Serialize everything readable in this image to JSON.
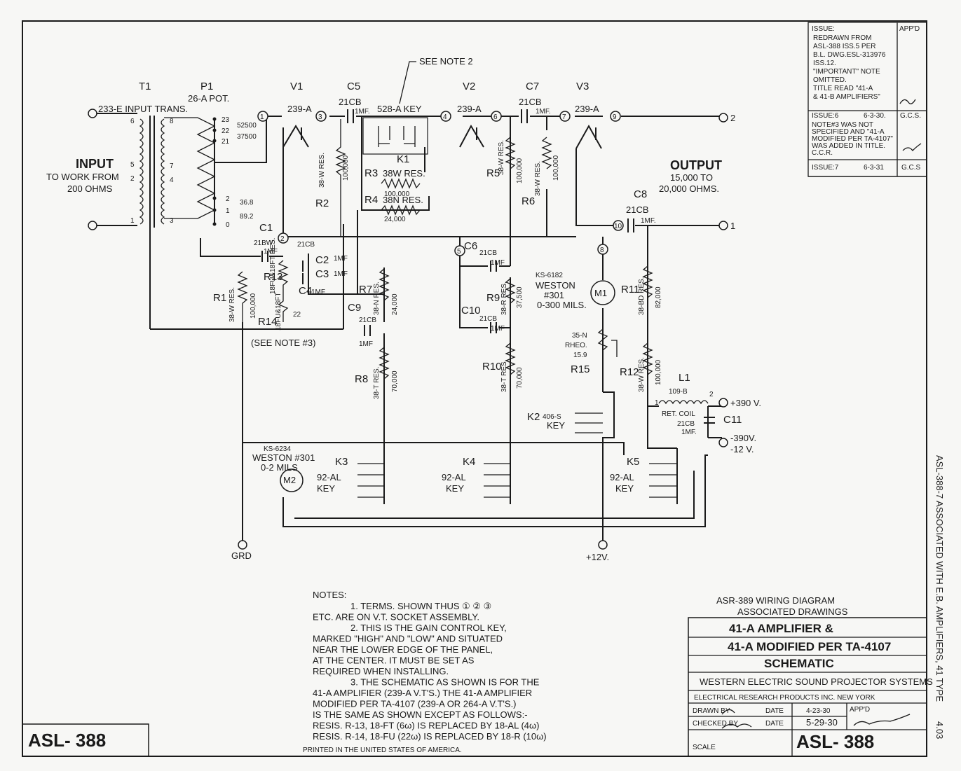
{
  "drawing_number": "ASL- 388",
  "revision_block": {
    "issue_header": "ISSUE:",
    "appd_header": "APP'D",
    "issue_5_lines": [
      "REDRAWN FROM",
      "ASL-388 ISS.5 PER",
      "B.L. DWG.ESL-313976",
      "ISS.12.",
      "\"IMPORTANT\" NOTE",
      "OMITTED.",
      "TITLE READ \"41-A",
      "& 41-B AMPLIFIERS\""
    ],
    "issue_6_label": "ISSUE:6",
    "issue_6_date": "6-3-30.",
    "issue_6_appd": "G.C.S.",
    "issue_6_lines": [
      "NOTE#3 WAS NOT",
      "SPECIFIED AND \"41-A",
      "MODIFIED PER TA-4107\"",
      "WAS ADDED IN TITLE.",
      "C.C.R."
    ],
    "issue_7_label": "ISSUE:7",
    "issue_7_date": "6-3-31",
    "issue_7_appd": "G.C.S"
  },
  "side_caption": "ASL-388-7  ASSOCIATED WITH E.B. AMPLIFIERS, 41 TYPE",
  "side_code": "4.03",
  "components": {
    "T1": "T1",
    "T1_desc": "233-E INPUT TRANS.",
    "P1": "P1",
    "P1_desc": "26-A POT.",
    "P1_taps": [
      "23",
      "22",
      "21",
      "2",
      "1",
      "0"
    ],
    "P1_vals": [
      "52500",
      "37500",
      "36.8",
      "89.2"
    ],
    "V1": "V1",
    "V2": "V2",
    "V3": "V3",
    "tube": "239-A",
    "C5": "C5",
    "C7": "C7",
    "C8": "C8",
    "cap21cb": "21CB",
    "cap1mf": "1MF.",
    "key528": "528-A KEY",
    "see_note2": "SEE NOTE 2",
    "K1": "K1",
    "R3": "R3",
    "R3_desc": "38W RES.",
    "R3_val": "100,000",
    "R4": "R4",
    "R4_desc": "38N RES.",
    "R4_val": "24,000",
    "R2": "R2",
    "R2_desc": "38-W RES.",
    "R2_val": "100,000",
    "R5": "R5",
    "R5_desc": "38-W RES.",
    "R5_val": "100,000",
    "R6": "R6",
    "R6_desc": "38-W RES.",
    "R6_val": "100,000",
    "C1": "C1",
    "C1_desc": "21BW",
    "C1_val": "1MF",
    "C2": "C2",
    "C3": "C3",
    "C4": "C4",
    "c21cb": "21CB",
    "c1mf": "1MF",
    "R1": "R1",
    "R1_desc": "38-W RES.",
    "R1_val": "100,000",
    "R13": "R13",
    "R13_desc": "18FU&18FT RES.",
    "R14": "R14",
    "R14_desc": "18FU&18FT",
    "R14_val": "22",
    "R7": "R7",
    "R7_desc": "38-N RES.",
    "R7_val": "24,000",
    "C9": "C9",
    "see_note3": "(SEE NOTE #3)",
    "R8": "R8",
    "R8_desc": "38-T RES.",
    "R8_val": "70,000",
    "C6": "C6",
    "C10": "C10",
    "R9": "R9",
    "R9_desc": "38-R RES.",
    "R9_val": "37,500",
    "R10": "R10",
    "R10_desc": "38-T RES.",
    "R10_val": "70,000",
    "M1": "M1",
    "M1_desc": [
      "KS-6182",
      "WESTON",
      "#301",
      "0-300 MILS."
    ],
    "R15": "R15",
    "R15_desc": [
      "35-N",
      "RHEO.",
      "15.9"
    ],
    "R11": "R11",
    "R11_desc": "38-BD RES.",
    "R11_val": "82,000",
    "R12": "R12",
    "R12_desc": "38-W RES.",
    "R12_val": "100,000",
    "L1": "L1",
    "L1_desc": "109-B",
    "L1_coil": "RET. COIL",
    "C11": "C11",
    "C11_desc": "21CB",
    "C11_val": "1MF.",
    "K2": "K2",
    "K2_desc": "406-S",
    "key": "KEY",
    "K3": "K3",
    "K4": "K4",
    "K5": "K5",
    "key92": "92-AL",
    "M2": "M2",
    "M2_desc": [
      "KS-6234",
      "WESTON #301",
      "0-2     MILS"
    ],
    "input_title": "INPUT",
    "input_sub": [
      "TO WORK FROM",
      "200 OHMS"
    ],
    "output_title": "OUTPUT",
    "output_sub": [
      "15,000 TO",
      "20,000 OHMS."
    ],
    "term_390p": "+390 V.",
    "term_390n": "-390V.",
    "term_12n": "-12 V.",
    "term_12p": "+12V.",
    "grd": "GRD",
    "out2": "2",
    "out1": "1",
    "socket_nums": [
      "1",
      "2",
      "3",
      "4",
      "5",
      "6",
      "7",
      "8",
      "9",
      "10"
    ],
    "l1_pins": [
      "1",
      "2"
    ]
  },
  "notes": {
    "heading": "NOTES:",
    "lines": [
      "1. TERMS. SHOWN THUS ① ② ③",
      "ETC. ARE ON V.T. SOCKET ASSEMBLY.",
      "2. THIS IS THE GAIN CONTROL KEY,",
      "MARKED \"HIGH\" AND \"LOW\" AND SITUATED",
      "NEAR THE LOWER EDGE OF THE PANEL,",
      "AT THE CENTER. IT MUST BE SET AS",
      "REQUIRED WHEN INSTALLING.",
      "3. THE SCHEMATIC AS SHOWN IS FOR THE",
      "41-A AMPLIFIER (239-A V.T'S.) THE 41-A AMPLIFIER",
      "MODIFIED PER TA-4107 (239-A OR 264-A V.T'S.)",
      "IS THE SAME AS SHOWN EXCEPT AS FOLLOWS:-",
      "RESIS. R-13, 18-FT (6ω) IS REPLACED BY 18-AL (4ω)",
      "RESIS. R-14, 18-FU (22ω) IS REPLACED BY 18-R (10ω)"
    ],
    "printed": "PRINTED IN THE UNITED STATES OF AMERICA."
  },
  "title_block": {
    "assoc_1": "ASR-389 WIRING DIAGRAM",
    "assoc_2": "ASSOCIATED DRAWINGS",
    "line1": "41-A AMPLIFIER &",
    "line2": "41-A MODIFIED PER TA-4107",
    "line3": "SCHEMATIC",
    "line4": "WESTERN ELECTRIC SOUND PROJECTOR SYSTEMS",
    "line5": "ELECTRICAL RESEARCH PRODUCTS INC. NEW YORK",
    "drawn_by": "DRAWN BY",
    "checked_by": "CHECKED BY",
    "date_label": "DATE",
    "date_drawn": "4-23-30",
    "date_checked": "5-29-30",
    "appd": "APP'D",
    "scale": "SCALE",
    "number": "ASL- 388"
  }
}
